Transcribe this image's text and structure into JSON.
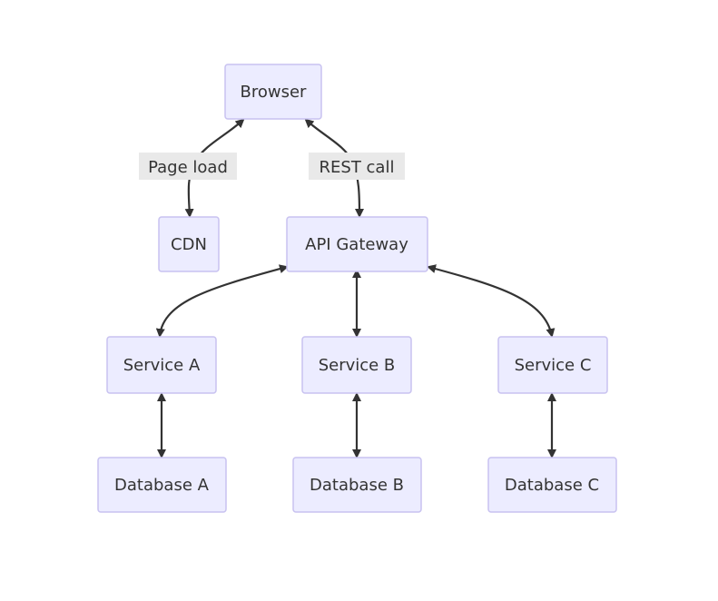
{
  "colors": {
    "node_fill": "#ececff",
    "node_stroke": "#c8c2f0",
    "edge": "#333333",
    "label_bg": "#e9e9e9"
  },
  "nodes": {
    "browser": "Browser",
    "cdn": "CDN",
    "api_gateway": "API Gateway",
    "service_a": "Service A",
    "service_b": "Service B",
    "service_c": "Service C",
    "database_a": "Database A",
    "database_b": "Database B",
    "database_c": "Database C"
  },
  "edges": {
    "browser_cdn": {
      "label": "Page load",
      "direction": "both"
    },
    "browser_api": {
      "label": "REST call",
      "direction": "both"
    },
    "api_service_a": {
      "label": "",
      "direction": "both"
    },
    "api_service_b": {
      "label": "",
      "direction": "both"
    },
    "api_service_c": {
      "label": "",
      "direction": "both"
    },
    "service_a_db_a": {
      "label": "",
      "direction": "both"
    },
    "service_b_db_b": {
      "label": "",
      "direction": "both"
    },
    "service_c_db_c": {
      "label": "",
      "direction": "both"
    }
  }
}
